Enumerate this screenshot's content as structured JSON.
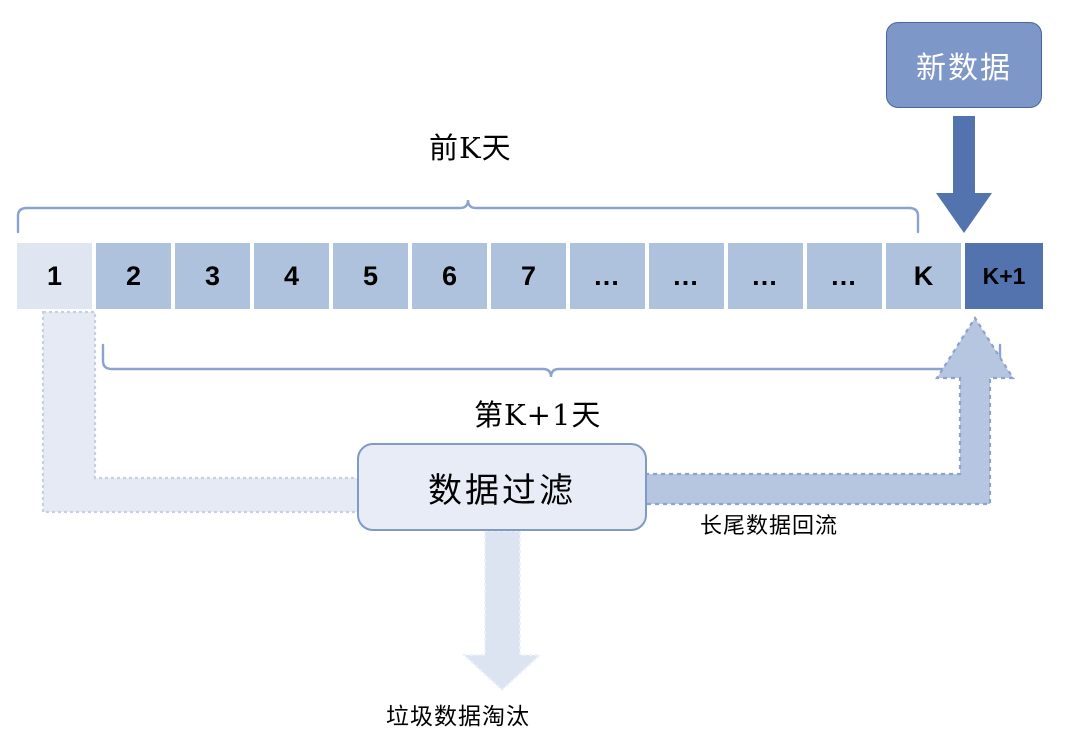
{
  "diagram": {
    "title_text": "",
    "new_data_box": {
      "label": "新数据",
      "fill": "#7d97c8",
      "text_color": "#ffffff"
    },
    "filter_box": {
      "label": "数据过滤",
      "fill": "#e7ecf6",
      "border": "#7f9ac4"
    },
    "timeline": {
      "cells": [
        {
          "label": "1",
          "kind": "first"
        },
        {
          "label": "2",
          "kind": "mid"
        },
        {
          "label": "3",
          "kind": "mid"
        },
        {
          "label": "4",
          "kind": "mid"
        },
        {
          "label": "5",
          "kind": "mid"
        },
        {
          "label": "6",
          "kind": "mid"
        },
        {
          "label": "7",
          "kind": "mid"
        },
        {
          "label": "…",
          "kind": "dots"
        },
        {
          "label": "…",
          "kind": "dots"
        },
        {
          "label": "…",
          "kind": "dots"
        },
        {
          "label": "…",
          "kind": "dots"
        },
        {
          "label": "K",
          "kind": "mid"
        },
        {
          "label": "K+1",
          "kind": "next"
        }
      ],
      "colors": {
        "first_cell": "#dfe5f1",
        "history_cell": "#aec1dd",
        "new_cell": "#5273ad"
      }
    },
    "labels": {
      "prev_k_days": "前K天",
      "day_k_plus_1": "第K+1天",
      "long_tail_return": "长尾数据回流",
      "trash_discard": "垃圾数据淘汰"
    },
    "arrows": {
      "new_data_down": {
        "name": "new-data-down-arrow",
        "color": "#5273ad"
      },
      "expire_to_filter": {
        "name": "expire-to-filter-arrow",
        "color": "#e6eaf4"
      },
      "filter_to_next_day": {
        "name": "long-tail-return-arrow",
        "color": "#b6c6e1"
      },
      "filter_discard_down": {
        "name": "discard-down-arrow",
        "color": "#dde4f1"
      }
    },
    "braces": {
      "top_brace_color": "#8ba3cd",
      "bottom_brace_color": "#8ba3cd"
    }
  }
}
